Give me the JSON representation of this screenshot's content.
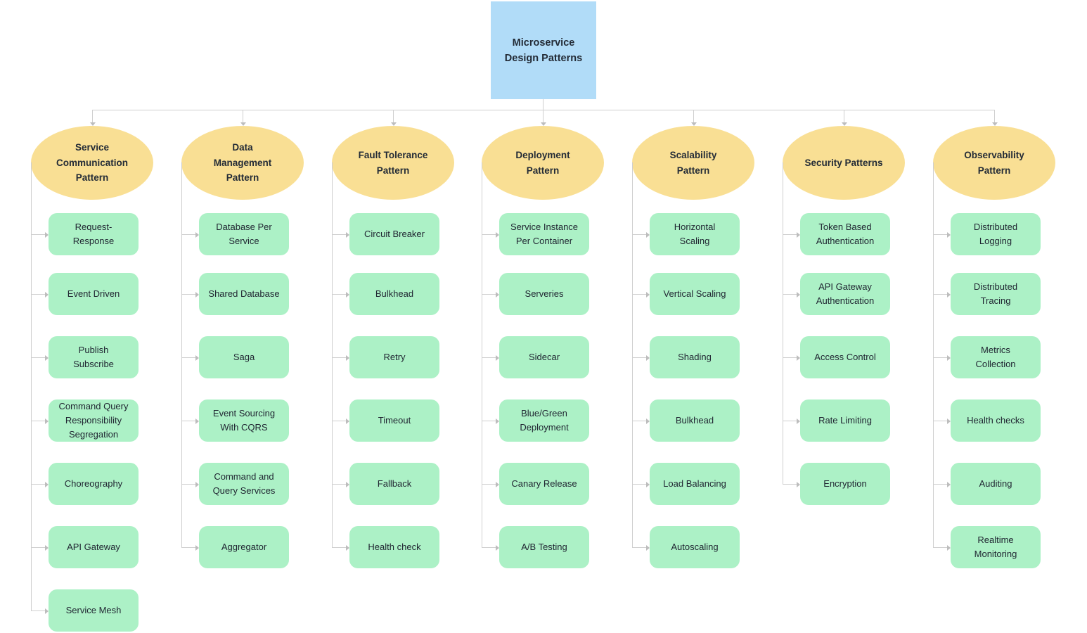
{
  "colors": {
    "root_fill": "#B1DCF8",
    "branch_fill": "#F9DF94",
    "leaf_fill": "#ACF1C6",
    "connector": "#CFCFCF",
    "connector_arrow": "#BDBDBD",
    "text": "#232B36"
  },
  "root": {
    "label": "Microservice Design Patterns"
  },
  "branches": [
    {
      "label": "Service Communication Pattern",
      "children": [
        "Request-Response",
        "Event Driven",
        "Publish Subscribe",
        "Command Query Responsibility Segregation",
        "Choreography",
        "API Gateway",
        "Service Mesh"
      ]
    },
    {
      "label": "Data Management Pattern",
      "children": [
        "Database Per Service",
        "Shared Database",
        "Saga",
        "Event Sourcing With CQRS",
        "Command and Query Services",
        "Aggregator"
      ]
    },
    {
      "label": "Fault Tolerance Pattern",
      "children": [
        "Circuit Breaker",
        "Bulkhead",
        "Retry",
        "Timeout",
        "Fallback",
        "Health check"
      ]
    },
    {
      "label": "Deployment Pattern",
      "children": [
        "Service Instance Per Container",
        "Serveries",
        "Sidecar",
        "Blue/Green Deployment",
        "Canary Release",
        "A/B Testing"
      ]
    },
    {
      "label": "Scalability Pattern",
      "children": [
        "Horizontal Scaling",
        "Vertical Scaling",
        "Shading",
        "Bulkhead",
        "Load Balancing",
        "Autoscaling"
      ]
    },
    {
      "label": "Security Patterns",
      "children": [
        "Token Based Authentication",
        "API Gateway Authentication",
        "Access Control",
        "Rate Limiting",
        "Encryption"
      ]
    },
    {
      "label": "Observability Pattern",
      "children": [
        "Distributed Logging",
        "Distributed Tracing",
        "Metrics Collection",
        "Health checks",
        "Auditing",
        "Realtime Monitoring"
      ]
    }
  ]
}
